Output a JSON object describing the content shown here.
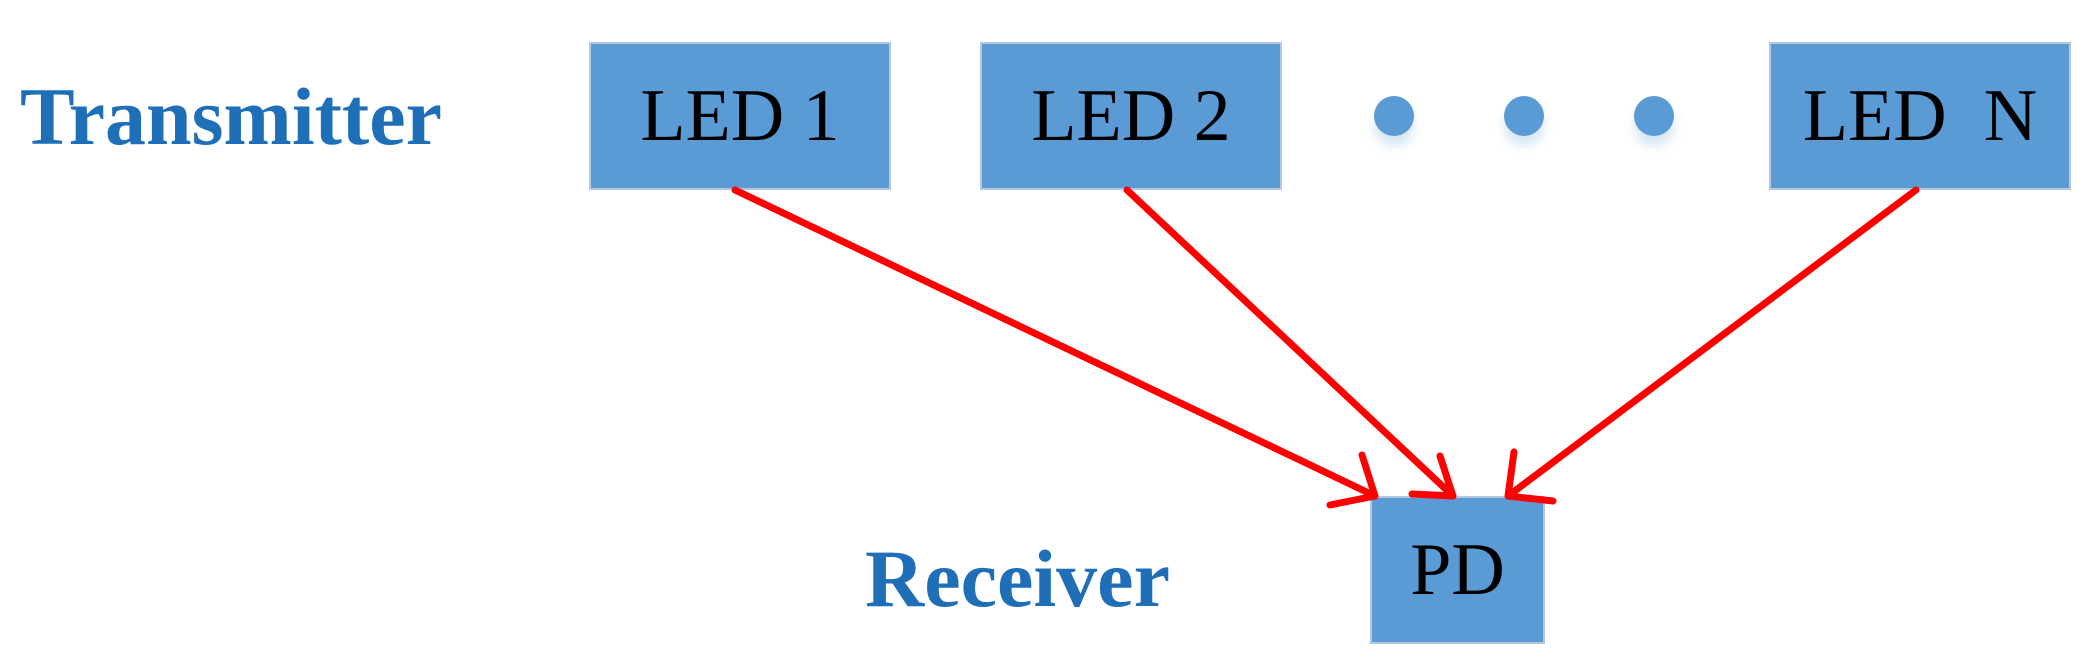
{
  "diagram": {
    "transmitter_label": "Transmitter",
    "receiver_label": "Receiver",
    "transmitters": [
      {
        "label": "LED 1"
      },
      {
        "label": "LED 2"
      },
      {
        "label": "LED  N"
      }
    ],
    "receiver_box": {
      "label": "PD"
    },
    "ellipsis_dots": 3,
    "colors": {
      "label_text": "#1f6fb8",
      "box_fill": "#5b9bd5",
      "box_border": "#b4c6e0",
      "arrow": "#ff0000"
    }
  }
}
